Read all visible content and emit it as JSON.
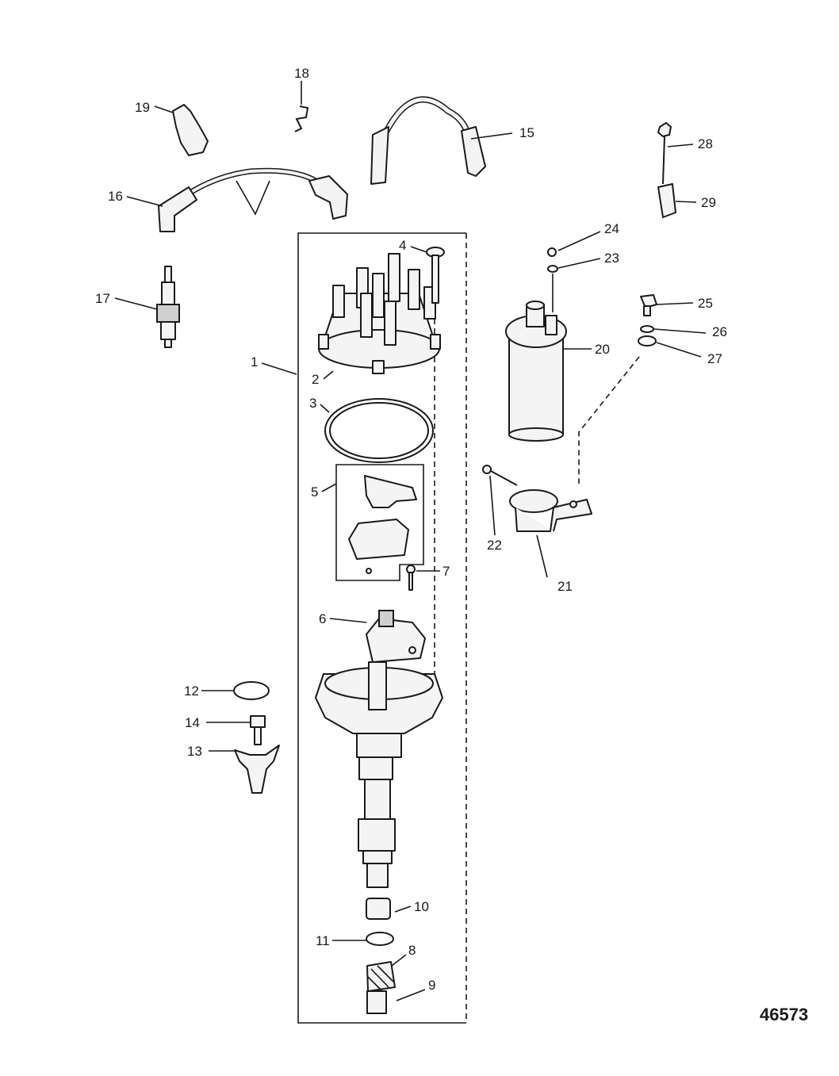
{
  "callouts": {
    "c1": "1",
    "c2": "2",
    "c3": "3",
    "c4": "4",
    "c5": "5",
    "c6": "6",
    "c7": "7",
    "c8": "8",
    "c9": "9",
    "c10": "10",
    "c11": "11",
    "c12": "12",
    "c13": "13",
    "c14": "14",
    "c15": "15",
    "c16": "16",
    "c17": "17",
    "c18": "18",
    "c19": "19",
    "c20": "20",
    "c21": "21",
    "c22": "22",
    "c23": "23",
    "c24": "24",
    "c25": "25",
    "c26": "26",
    "c27": "27",
    "c28": "28",
    "c29": "29"
  },
  "figure_number": "46573"
}
